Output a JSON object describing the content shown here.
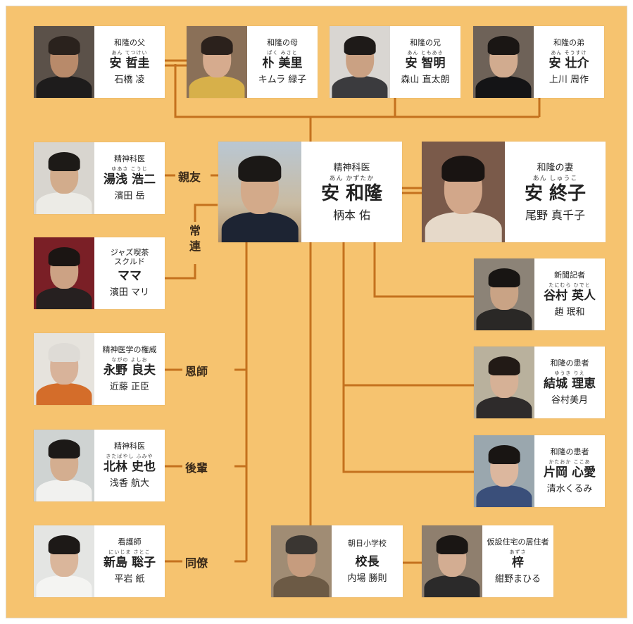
{
  "colors": {
    "background": "#f6c36f",
    "line": "#c4711e",
    "card": "#ffffff"
  },
  "cards": {
    "father": {
      "role": "和隆の父",
      "ruby": "あん てつけい",
      "name": "安 哲圭",
      "actor": "石橋 凌"
    },
    "mother": {
      "role": "和隆の母",
      "ruby": "ぱく みさと",
      "name": "朴 美里",
      "actor": "キムラ 緑子"
    },
    "brother": {
      "role": "和隆の兄",
      "ruby": "あん ともあき",
      "name": "安 智明",
      "actor": "森山 直太朗"
    },
    "younger": {
      "role": "和隆の弟",
      "ruby": "あん そうすけ",
      "name": "安 壮介",
      "actor": "上川 周作"
    },
    "yuasa": {
      "role": "精神科医",
      "ruby": "ゆあさ こうじ",
      "name": "湯浅 浩二",
      "actor": "濱田 岳"
    },
    "main": {
      "role": "精神科医",
      "ruby": "あん かずたか",
      "name": "安 和隆",
      "actor": "柄本 佑"
    },
    "wife": {
      "role": "和隆の妻",
      "ruby": "あん しゅうこ",
      "name": "安 終子",
      "actor": "尾野 真千子"
    },
    "mama": {
      "role": "ジャズ喫茶\nスクルド",
      "ruby": "",
      "name": "ママ",
      "actor": "濱田 マリ"
    },
    "tanimura": {
      "role": "新聞記者",
      "ruby": "たにむら ひでと",
      "name": "谷村 英人",
      "actor": "趙 珉和"
    },
    "nagano": {
      "role": "精神医学の権威",
      "ruby": "ながの よしお",
      "name": "永野 良夫",
      "actor": "近藤 正臣"
    },
    "yuuki": {
      "role": "和隆の患者",
      "ruby": "ゆうき りえ",
      "name": "結城 理恵",
      "actor": "谷村美月"
    },
    "kitabayashi": {
      "role": "精神科医",
      "ruby": "きたばやし ふみや",
      "name": "北林 史也",
      "actor": "浅香 航大"
    },
    "kataoka": {
      "role": "和隆の患者",
      "ruby": "かたおか ここあ",
      "name": "片岡 心愛",
      "actor": "清水くるみ"
    },
    "niijima": {
      "role": "看護師",
      "ruby": "にいじま さとこ",
      "name": "新島 聡子",
      "actor": "平岩 紙"
    },
    "principal": {
      "role": "朝日小学校",
      "ruby": "",
      "name": "校長",
      "actor": "内場 勝則"
    },
    "azusa": {
      "role": "仮設住宅の居住者",
      "ruby": "あずさ",
      "name": "梓",
      "actor": "紺野まひる"
    }
  },
  "relations": {
    "shinyu": "親友",
    "joren": "常連",
    "onshi": "恩師",
    "kohai": "後輩",
    "doryo": "同僚"
  }
}
